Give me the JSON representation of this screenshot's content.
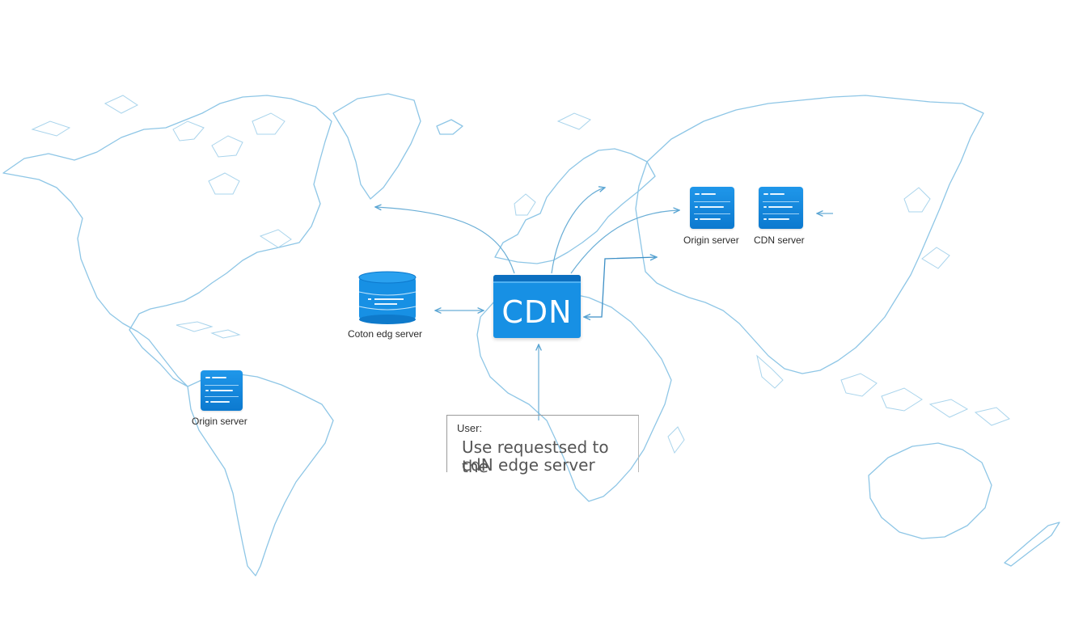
{
  "cdn": {
    "label": "CDN"
  },
  "servers": {
    "left_db": {
      "caption": "Coton edg server"
    },
    "south_america": {
      "caption": "Origin server"
    },
    "east_origin": {
      "caption": "Origin server"
    },
    "east_cdn": {
      "caption": "CDN server"
    }
  },
  "user_note": {
    "title": "User:",
    "line1": "Use requestsed to the",
    "line2": "cdN edge server"
  },
  "colors": {
    "map_stroke": "#8ec6e6",
    "accent_blue": "#1790e4",
    "arrow": "#6aaed6"
  }
}
